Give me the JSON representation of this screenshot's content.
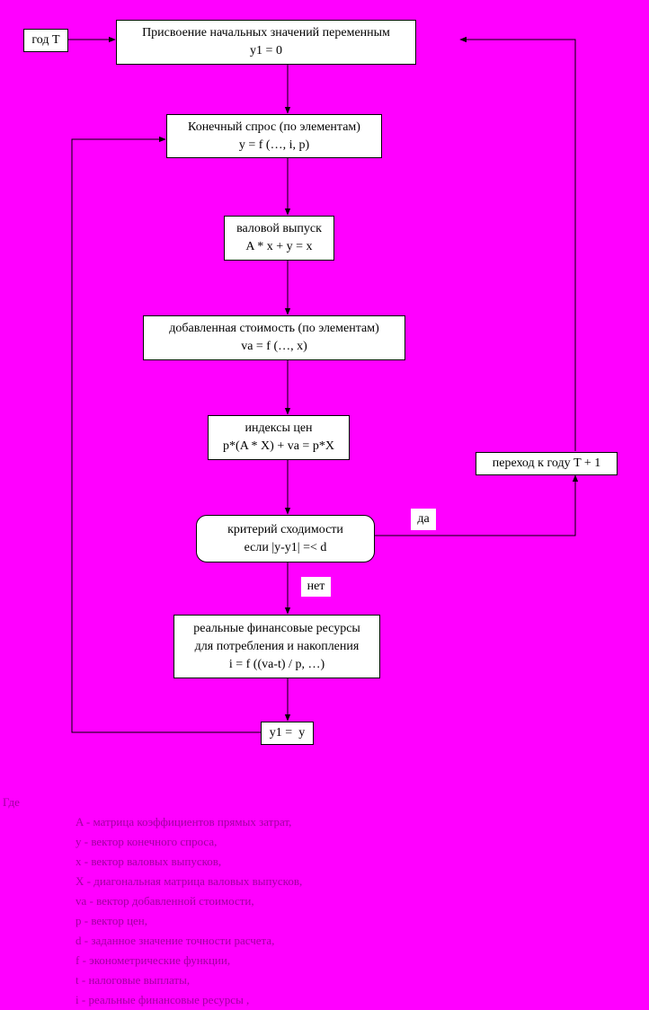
{
  "inputs": {
    "year_t": "год T"
  },
  "blocks": {
    "init": {
      "line1": "Присвоение начальных значений переменным",
      "line2": "y1 = 0"
    },
    "demand": {
      "line1": "Конечный спрос (по элементам)",
      "line2": "y = f (…, i, p)"
    },
    "output": {
      "line1": "валовой выпуск",
      "line2": "A * x + y = x"
    },
    "value_added": {
      "line1": "добавленная стоимость (по элементам)",
      "line2": "va = f (…, x)"
    },
    "prices": {
      "line1": "индексы цен",
      "line2": "p*(A * X) + va = p*X"
    },
    "criterion": {
      "line1": "критерий сходимости",
      "line2": "если |y-y1| =< d"
    },
    "resources": {
      "line1": "реальные финансовые ресурсы",
      "line2": "для потребления и накопления",
      "line3": "i = f ((va-t) / p, …)"
    },
    "assign": {
      "line1": "y1 =  y"
    },
    "next_year": {
      "line1": "переход к году T + 1"
    }
  },
  "edge_labels": {
    "yes": "да",
    "no": "нет"
  },
  "legend": {
    "where": "Где",
    "items": [
      "A - матрица коэффициентов прямых затрат,",
      "y - вектор конечного спроса,",
      "x - вектор валовых выпусков,",
      "X - диагональная матрица валовых выпусков,",
      "va - вектор добавленной стоимости,",
      "p - вектор цен,",
      "d - заданное значение точности расчета,",
      "f - эконометрические функции,",
      "t - налоговые выплаты,",
      "i - реальные финансовые ресурсы ,"
    ]
  }
}
